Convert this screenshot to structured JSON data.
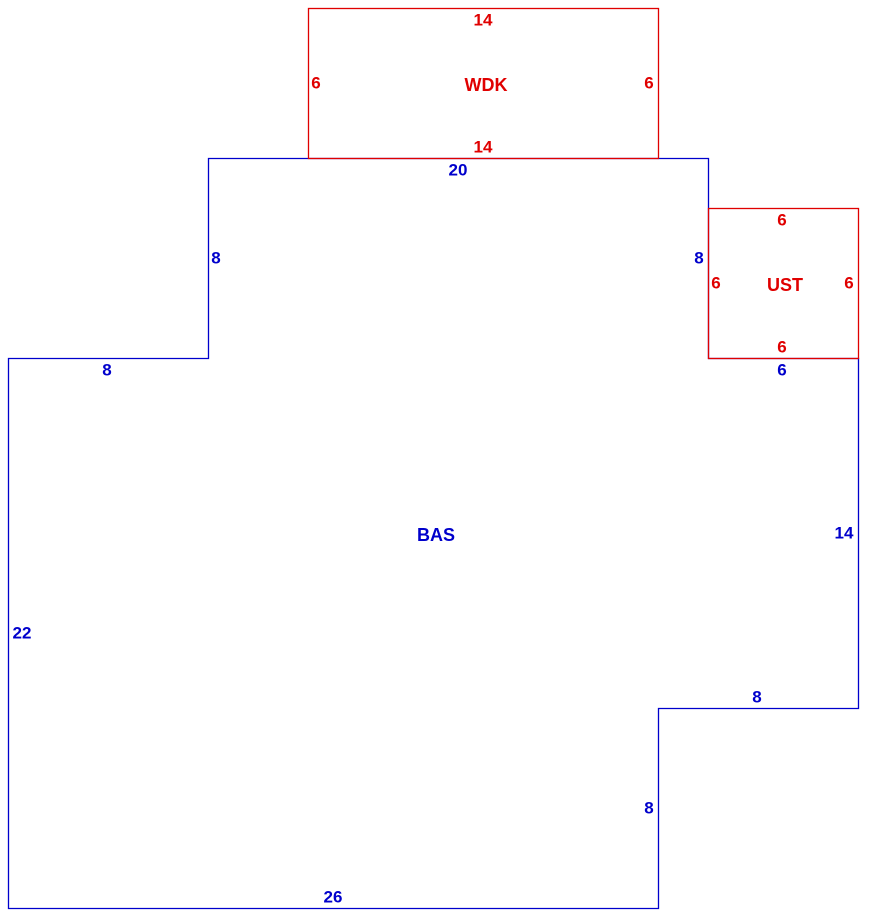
{
  "colors": {
    "main": "#0000cc",
    "addition": "#e00000"
  },
  "areas": {
    "bas": {
      "label": "BAS",
      "dims": [
        "8",
        "8",
        "20",
        "8",
        "6",
        "14",
        "8",
        "8",
        "26",
        "22"
      ]
    },
    "wdk": {
      "label": "WDK",
      "dims": [
        "14",
        "6",
        "14",
        "6"
      ]
    },
    "ust": {
      "label": "UST",
      "dims": [
        "6",
        "6",
        "6",
        "6"
      ]
    }
  }
}
